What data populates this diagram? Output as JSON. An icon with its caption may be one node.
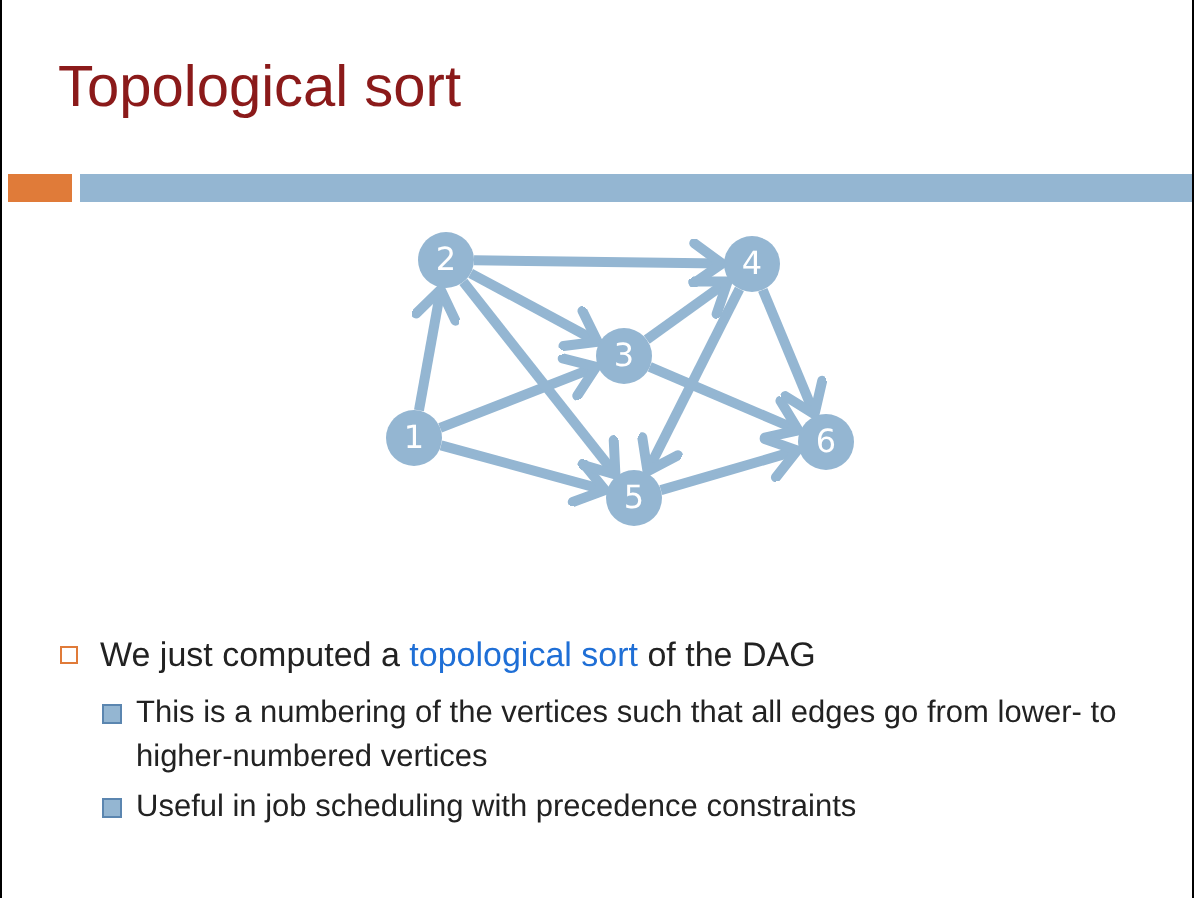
{
  "diagram": {
    "title": "Topological sort",
    "nodes": [
      {
        "text": [
          "1"
        ]
      },
      {
        "text": [
          "2"
        ]
      },
      {
        "text": [
          "3"
        ]
      },
      {
        "text": [
          "4"
        ]
      },
      {
        "text": [
          "5"
        ]
      },
      {
        "text": [
          "6"
        ]
      }
    ],
    "edges": [
      {
        "from": 0,
        "to": 1,
        "arrow": "to"
      },
      {
        "from": 0,
        "to": 2,
        "arrow": "to"
      },
      {
        "from": 0,
        "to": 4,
        "arrow": "to"
      },
      {
        "from": 1,
        "to": 3,
        "arrow": "to"
      },
      {
        "from": 1,
        "to": 2,
        "arrow": "to"
      },
      {
        "from": 1,
        "to": 4,
        "arrow": "to"
      },
      {
        "from": 2,
        "to": 3,
        "arrow": "to"
      },
      {
        "from": 2,
        "to": 5,
        "arrow": "to"
      },
      {
        "from": 3,
        "to": 5,
        "arrow": "to"
      },
      {
        "from": 3,
        "to": 4,
        "arrow": "to"
      },
      {
        "from": 4,
        "to": 5,
        "arrow": "to"
      }
    ],
    "labels": [
      "We just computed a **topological sort** of the DAG",
      "This is a numbering of the vertices such that all edges go from lower- to higher-numbered vertices",
      "Useful in job scheduling with precedence constraints"
    ]
  }
}
